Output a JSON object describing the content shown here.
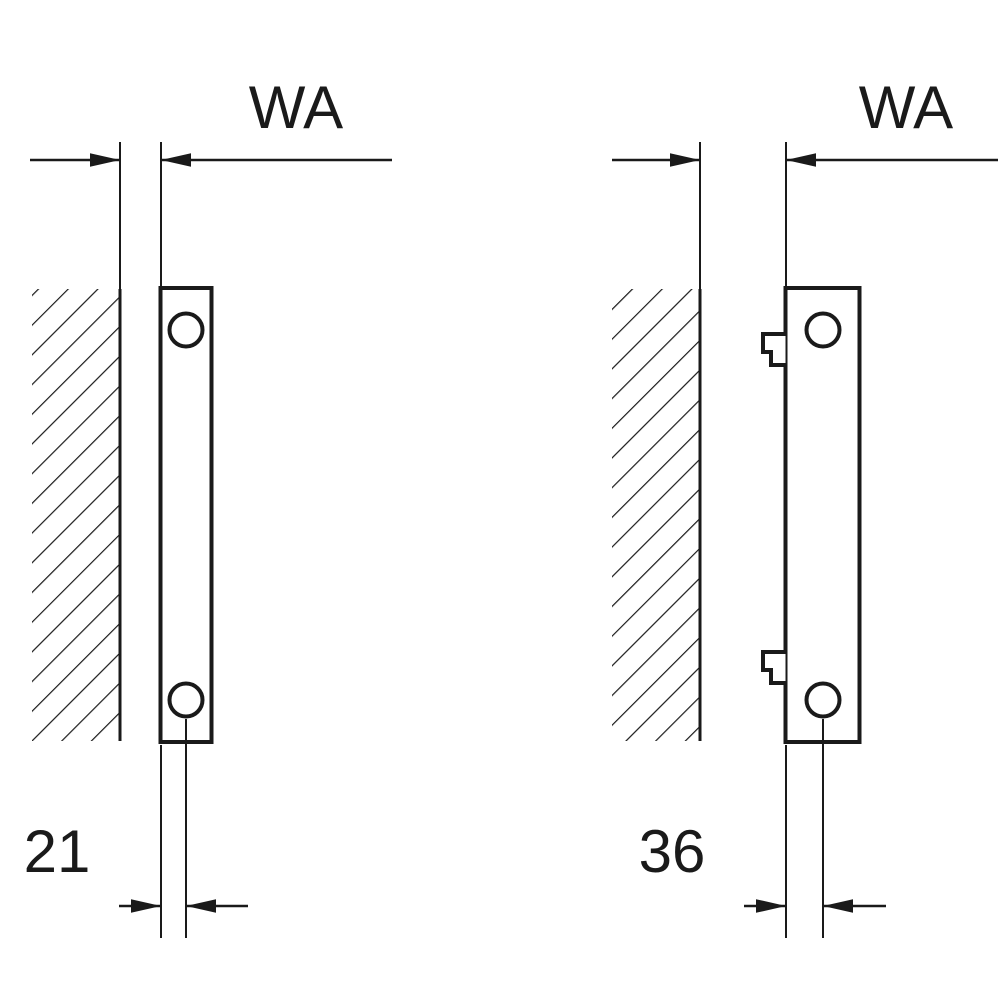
{
  "figures": {
    "left": {
      "wall_distance_label": "WA",
      "pipe_offset_value": "21"
    },
    "right": {
      "wall_distance_label": "WA",
      "pipe_offset_value": "36"
    }
  },
  "colors": {
    "line": "#1a1a1a",
    "background": "#ffffff"
  }
}
